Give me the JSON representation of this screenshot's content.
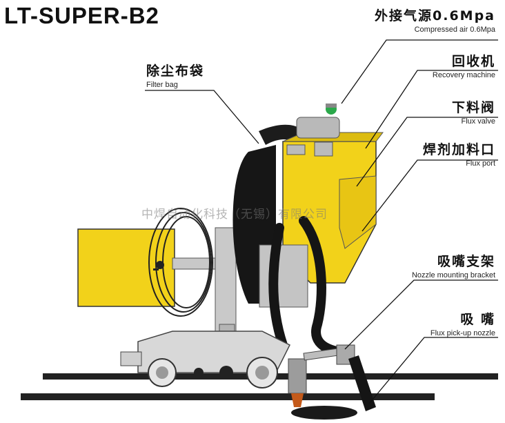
{
  "title": "LT-SUPER-B2",
  "watermark": "中焊自动化科技（无锡）有限公司",
  "labels": {
    "compressed_air": {
      "cn": "外接气源0.6Mpa",
      "en": "Compressed air 0.6Mpa"
    },
    "recovery": {
      "cn": "回收机",
      "en": "Recovery machine"
    },
    "flux_valve": {
      "cn": "下料阀",
      "en": "Flux valve"
    },
    "flux_port": {
      "cn": "焊剂加料口",
      "en": "Flux  port"
    },
    "filter_bag": {
      "cn": "除尘布袋",
      "en": "Filter bag"
    },
    "nozzle_bracket": {
      "cn": "吸嘴支架",
      "en": "Nozzle mounting bracket"
    },
    "nozzle": {
      "cn": "吸  嘴",
      "en": "Flux pick-up nozzle"
    }
  },
  "colors": {
    "machine_yellow": "#f2d21a",
    "hose_black": "#151515",
    "trolley_gray": "#d8d8d8"
  }
}
